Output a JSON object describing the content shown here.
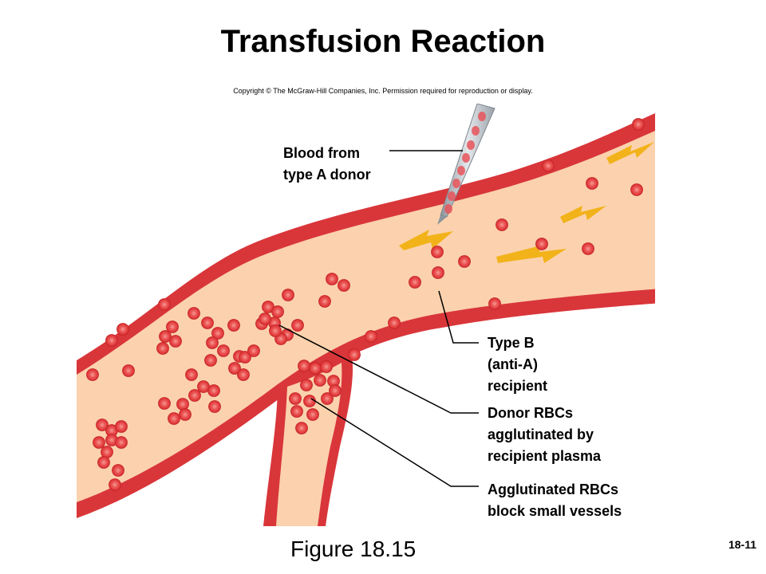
{
  "title": "Transfusion Reaction",
  "copyright": "Copyright © The McGraw-Hill Companies, Inc. Permission required for reproduction or display.",
  "labels": {
    "donor": "Blood from\ntype A donor",
    "recipient": "Type B\n(anti-A)\nrecipient",
    "agglutinated": "Donor RBCs\nagglutinated by\nrecipient plasma",
    "blocked": "Agglutinated RBCs\nblock small vessels"
  },
  "figure_caption": "Figure 18.15",
  "slide_number": "18-11",
  "colors": {
    "vessel_wall": "#d9363a",
    "vessel_inner": "#fbd2ad",
    "rbc": "#e23c3e",
    "rbc_center": "#f07e7c",
    "flow_arrow": "#f2b21a",
    "needle": "#a9b1b9"
  },
  "icons": {
    "flow": "flow-arrow-icon",
    "cell": "red-blood-cell-icon",
    "syringe": "needle-icon"
  }
}
